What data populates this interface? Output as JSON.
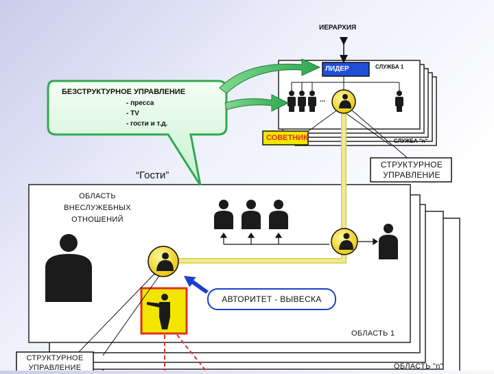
{
  "hierarchy": "ИЕРАРХИЯ",
  "leader": "ЛИДЕР",
  "service1": "СЛУЖБА 1",
  "service_n": "СЛУЖБА \"n\"",
  "dots": "...",
  "callout": {
    "title": "БЕЗСТРУКТУРНОЕ УПРАВЛЕНИЕ",
    "items": [
      "- пресса",
      "- TV",
      "- гости и т.д."
    ]
  },
  "advisor": "СОВЕТНИК",
  "structural_top": [
    "СТРУКТУРНОЕ",
    "УПРАВЛЕНИЕ"
  ],
  "guests": "“Гости”",
  "area_label": [
    "ОБЛАСТЬ",
    "ВНЕСЛУЖЕБНЫХ",
    "ОТНОШЕНИЙ"
  ],
  "authority": "АВТОРИТЕТ - ВЫВЕСКА",
  "area1": "ОБЛАСТЬ 1",
  "area_n": "ОБЛАСТЬ \"n\"",
  "structural_bottom": [
    "СТРУКТУРНОЕ",
    "УПРАВЛЕНИЕ"
  ],
  "colors": {
    "green": "#2fa84f",
    "leader_blue": "#1f4fd8",
    "advisor_red": "#e0301e",
    "yellow": "#f2e600",
    "path_yellow": "#e9e27a",
    "authority_blue": "#1a3fcf",
    "dashed_red": "#e03030"
  }
}
